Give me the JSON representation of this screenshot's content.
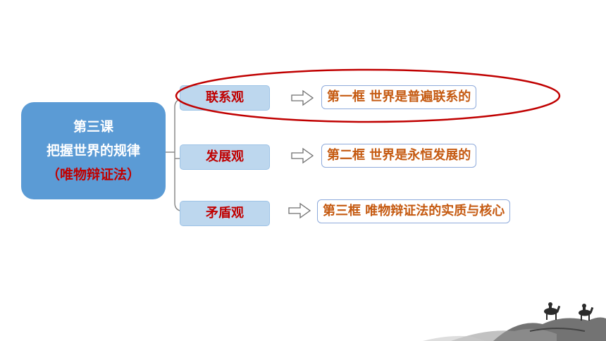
{
  "main": {
    "line1": "第三课",
    "line2": "把握世界的规律",
    "line3": "（唯物辩证法）"
  },
  "categories": [
    "联系观",
    "发展观",
    "矛盾观"
  ],
  "topics": [
    "第一框  世界是普遍联系的",
    "第二框  世界是永恒发展的",
    "第三框  唯物辩证法的实质与核心"
  ],
  "colors": {
    "main_box": "#5b9bd5",
    "category_fill": "#bdd7ee",
    "category_text": "#c00000",
    "topic_text": "#c55a11",
    "highlight_ellipse": "#c00000"
  }
}
